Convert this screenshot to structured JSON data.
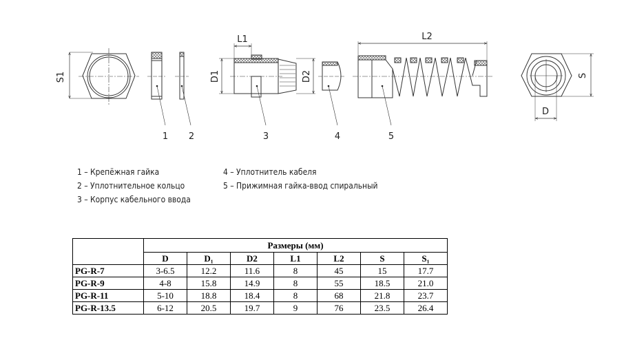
{
  "drawing_labels": {
    "S1": "S1",
    "L1": "L1",
    "D1": "D1",
    "D2": "D2",
    "L2": "L2",
    "S": "S",
    "D": "D",
    "callouts": [
      "1",
      "2",
      "3",
      "4",
      "5"
    ]
  },
  "legend": {
    "left": [
      "1 – Крепёжная гайка",
      "2 – Уплотнительное кольцо",
      "3 – Корпус кабельного ввода"
    ],
    "right": [
      "4 – Уплотнитель кабеля",
      "5 – Прижимная гайка-ввод спиральный"
    ]
  },
  "table": {
    "group_header": "Размеры (мм)",
    "columns": [
      "D",
      "D₁",
      "D2",
      "L1",
      "L2",
      "S",
      "S₁"
    ],
    "rows": [
      {
        "name": "PG-R-7",
        "values": [
          "3-6.5",
          "12.2",
          "11.6",
          "8",
          "45",
          "15",
          "17.7"
        ]
      },
      {
        "name": "PG-R-9",
        "values": [
          "4-8",
          "15.8",
          "14.9",
          "8",
          "55",
          "18.5",
          "21.0"
        ]
      },
      {
        "name": "PG-R-11",
        "values": [
          "5-10",
          "18.8",
          "18.4",
          "8",
          "68",
          "21.8",
          "23.7"
        ]
      },
      {
        "name": "PG-R-13.5",
        "values": [
          "6-12",
          "20.5",
          "19.7",
          "9",
          "76",
          "23.5",
          "26.4"
        ]
      }
    ]
  }
}
